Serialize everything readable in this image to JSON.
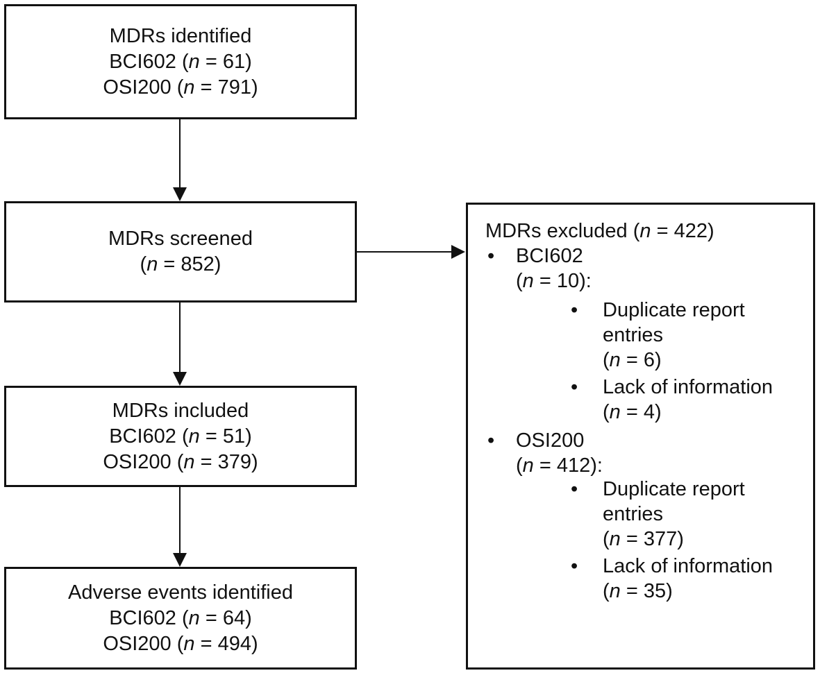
{
  "boxes": {
    "identified": {
      "title": "MDRs identified",
      "line1": "BCI602",
      "val1": "61",
      "line2": "OSI200",
      "val2": "791"
    },
    "screened": {
      "title": "MDRs screened",
      "val": "852"
    },
    "included": {
      "title": "MDRs included",
      "line1": "BCI602",
      "val1": "51",
      "line2": "OSI200",
      "val2": "379"
    },
    "adverse": {
      "title": "Adverse events identified",
      "line1": "BCI602",
      "val1": "64",
      "line2": "OSI200",
      "val2": "494"
    }
  },
  "excluded": {
    "title": "MDRs excluded",
    "val": "422",
    "groups": [
      {
        "device": "BCI602",
        "val": "10",
        "reasons": [
          {
            "text1": "Duplicate report",
            "text2": "entries",
            "val": "6"
          },
          {
            "text1": "Lack of information",
            "val": "4"
          }
        ]
      },
      {
        "device": "OSI200",
        "val": "412",
        "reasons": [
          {
            "text1": "Duplicate report",
            "text2": "entries",
            "val": "377"
          },
          {
            "text1": "Lack of information",
            "val": "35"
          }
        ]
      }
    ]
  },
  "symbols": {
    "n": "n",
    "bullet": "•"
  }
}
